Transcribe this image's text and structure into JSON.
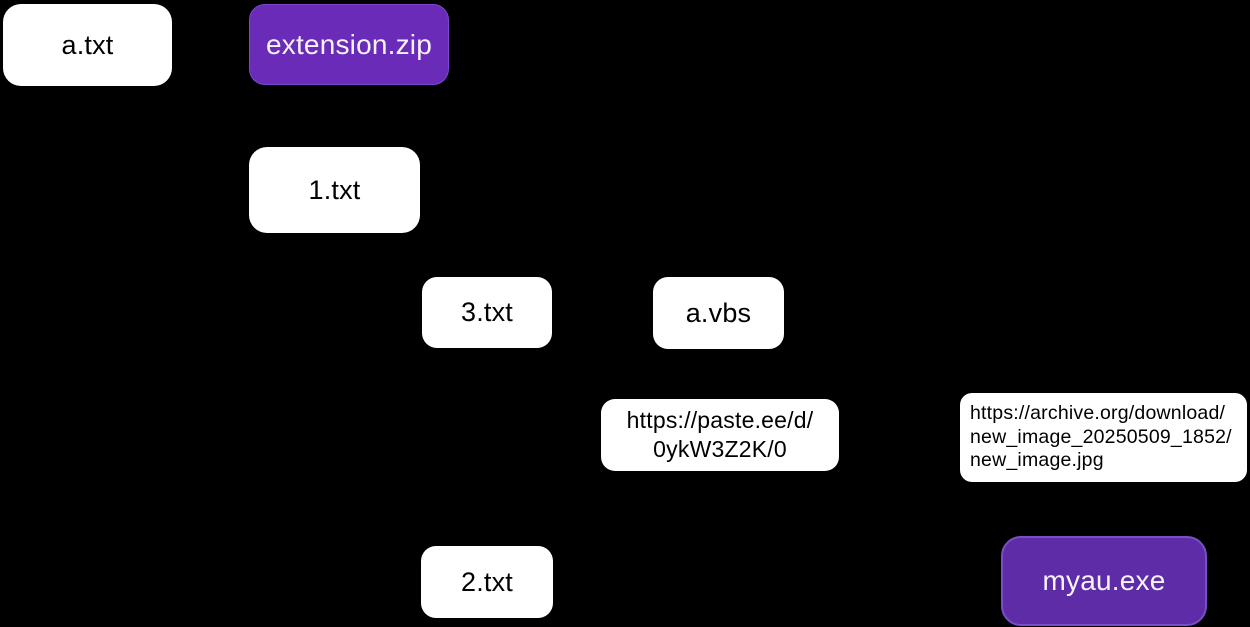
{
  "diagram": {
    "background": "#000000",
    "colors": {
      "node_bg": "#ffffff",
      "node_text": "#000000",
      "accent_bg": "#6a2cb8",
      "accent_bg_dark": "#5e2ca6",
      "accent_border": "#7a4ec6",
      "accent_text": "#ffffff"
    },
    "nodes": [
      {
        "id": "a_txt",
        "label": "a.txt",
        "accent": false
      },
      {
        "id": "extension_zip",
        "label": "extension.zip",
        "accent": true
      },
      {
        "id": "one_txt",
        "label": "1.txt",
        "accent": false
      },
      {
        "id": "three_txt",
        "label": "3.txt",
        "accent": false
      },
      {
        "id": "a_vbs",
        "label": "a.vbs",
        "accent": false
      },
      {
        "id": "paste_url",
        "label": "https://paste.ee/d/\n0ykW3Z2K/0",
        "accent": false
      },
      {
        "id": "archive_url",
        "label": "https://archive.org/download/\nnew_image_20250509_1852/\nnew_image.jpg",
        "accent": false
      },
      {
        "id": "two_txt",
        "label": "2.txt",
        "accent": false
      },
      {
        "id": "myau_exe",
        "label": "myau.exe",
        "accent": true
      }
    ]
  }
}
